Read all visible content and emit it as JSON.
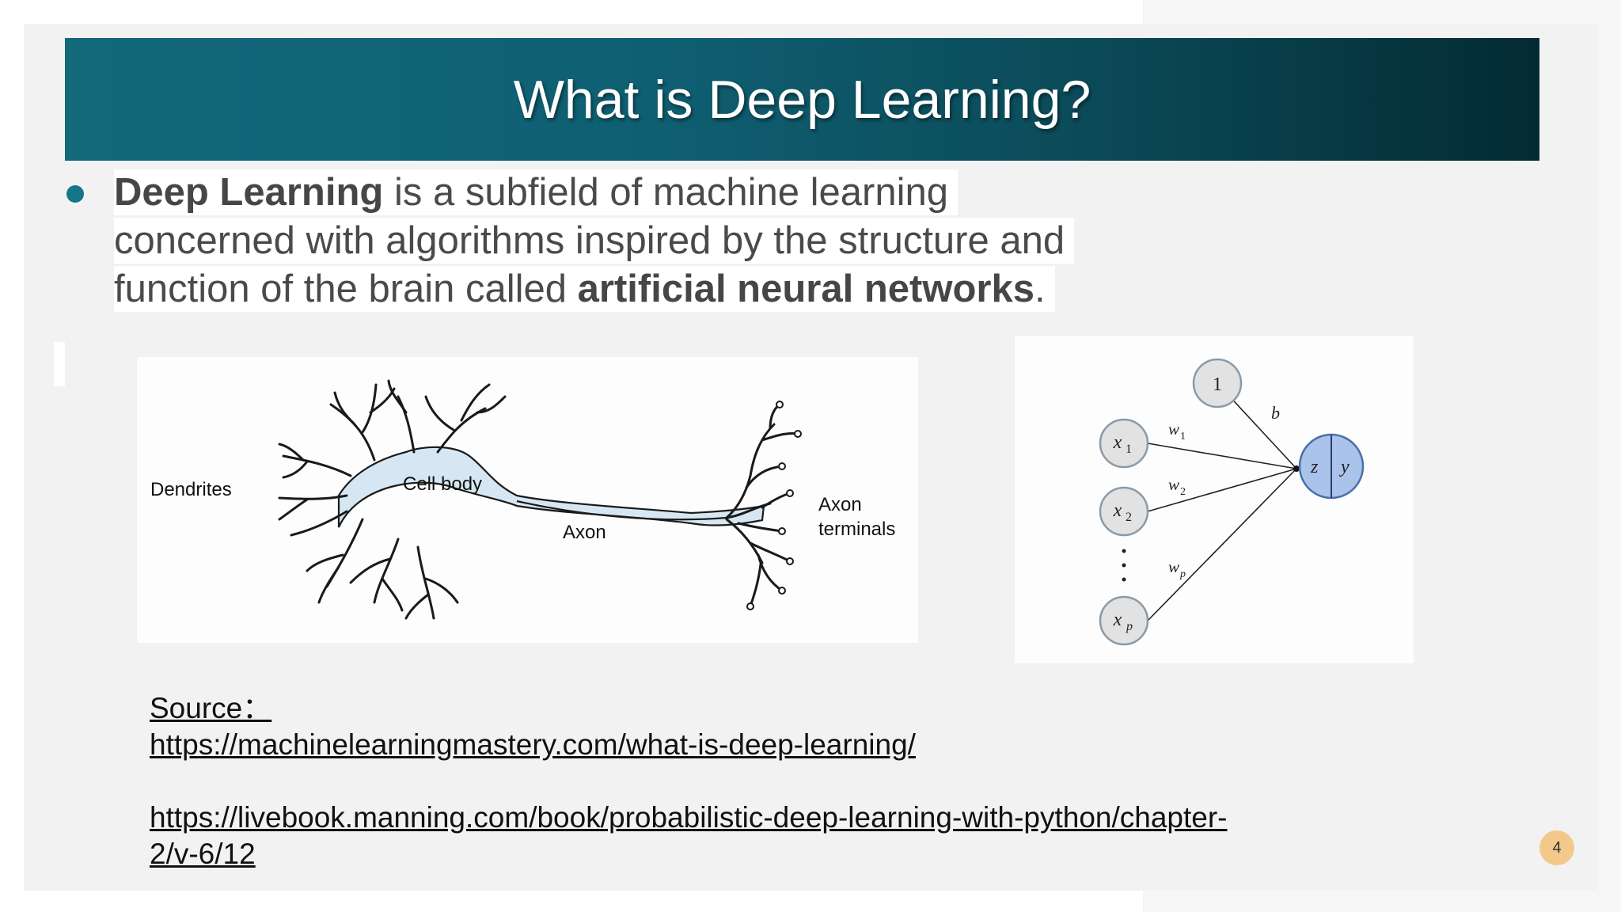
{
  "slide": {
    "title": "What is Deep Learning?",
    "bullet": {
      "line1_bold": "Deep Learning",
      "line1_rest": " is a subfield of machine learning",
      "line2": "concerned with algorithms inspired by the structure and",
      "line3_start": "function of the brain called ",
      "line3_bold": "artificial neural networks",
      "line3_end": "."
    },
    "neuron_figure": {
      "labels": {
        "dendrites": "Dendrites",
        "cell_body": "Cell body",
        "axon": "Axon",
        "axon_terminals_1": "Axon",
        "axon_terminals_2": "terminals"
      }
    },
    "perceptron_figure": {
      "bias_node": "1",
      "bias_weight": "b",
      "inputs": [
        {
          "var": "x",
          "sub": "1",
          "weight": "w",
          "weight_sub": "1"
        },
        {
          "var": "x",
          "sub": "2",
          "weight": "w",
          "weight_sub": "2"
        },
        {
          "var": "x",
          "sub": "p",
          "weight": "w",
          "weight_sub": "p"
        }
      ],
      "output_z": "z",
      "output_y": "y"
    },
    "source": {
      "label": "Source：",
      "link1": "https://machinelearningmastery.com/what-is-deep-learning/",
      "link2_line1": "https://livebook.manning.com/book/probabilistic-deep-learning-with-python/chapter-",
      "link2_line2": "2/v-6/12"
    },
    "page_number": "4",
    "colors": {
      "title_bar_start": "#13687a",
      "title_bar_end": "#032b33",
      "bullet": "#167689",
      "neuron_fill": "#d6e7f3",
      "perceptron_output_fill": "#a9c3ea",
      "page_badge": "#f3c98b"
    }
  }
}
